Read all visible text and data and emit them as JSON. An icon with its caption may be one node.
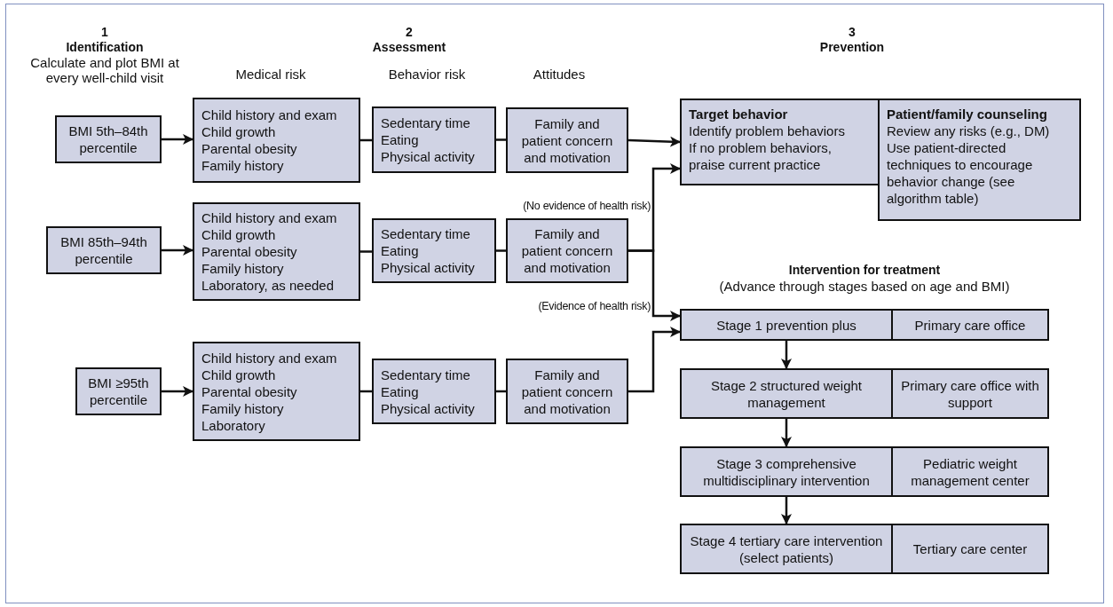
{
  "diagram": {
    "nodes": [
      {
        "text": [
          "BMI 5th–84th percentile"
        ]
      },
      {
        "text": [
          "Child history and exam",
          "Child growth",
          "Parental obesity",
          "Family history"
        ]
      },
      {
        "text": [
          "Sedentary time",
          "Eating",
          "Physical activity"
        ]
      },
      {
        "text": [
          "Family and patient concern and motivation"
        ]
      },
      {
        "text": [
          "Target behavior",
          "Identify problem behaviors",
          "If no problem behaviors, praise current practice"
        ]
      },
      {
        "text": [
          "Patient/family counseling",
          "Review any risks (e.g., DM)",
          "Use patient-directed techniques to encourage behavior change (see algorithm table)"
        ]
      },
      {
        "text": [
          "BMI 85th–94th percentile"
        ]
      },
      {
        "text": [
          "Child history and exam",
          "Child growth",
          "Parental obesity",
          "Family history",
          "Laboratory, as needed"
        ]
      },
      {
        "text": [
          "Sedentary time",
          "Eating",
          "Physical activity"
        ]
      },
      {
        "text": [
          "Family and patient concern and motivation"
        ]
      },
      {
        "text": [
          "BMI ≥95th percentile"
        ]
      },
      {
        "text": [
          "Child history and exam",
          "Child growth",
          "Parental obesity",
          "Family history",
          "Laboratory"
        ]
      },
      {
        "text": [
          "Sedentary time",
          "Eating",
          "Physical activity"
        ]
      },
      {
        "text": [
          "Family and patient concern and motivation"
        ]
      },
      {
        "text": [
          "Stage 1 prevention plus"
        ]
      },
      {
        "text": [
          "Primary care office"
        ]
      },
      {
        "text": [
          "Stage 2 structured weight management"
        ]
      },
      {
        "text": [
          "Primary care office with support"
        ]
      },
      {
        "text": [
          "Stage 3 comprehensive multidisciplinary intervention"
        ]
      },
      {
        "text": [
          "Pediatric weight management center"
        ]
      },
      {
        "text": [
          "Stage 4 tertiary care intervention (select patients)"
        ]
      },
      {
        "text": [
          "Tertiary care center"
        ]
      }
    ],
    "edges": [
      {
        "from": 0,
        "to": 1,
        "arrow": "to"
      },
      {
        "from": 1,
        "to": 2,
        "arrow": "none"
      },
      {
        "from": 2,
        "to": 3,
        "arrow": "none"
      },
      {
        "from": 3,
        "to": 4,
        "arrow": "to"
      },
      {
        "from": 6,
        "to": 7,
        "arrow": "to"
      },
      {
        "from": 7,
        "to": 8,
        "arrow": "none"
      },
      {
        "from": 8,
        "to": 9,
        "arrow": "none"
      },
      {
        "from": 9,
        "to": 4,
        "arrow": "to",
        "label": "(No evidence of health risk)"
      },
      {
        "from": 9,
        "to": 14,
        "arrow": "to",
        "label": "(Evidence of health risk)"
      },
      {
        "from": 10,
        "to": 11,
        "arrow": "to"
      },
      {
        "from": 11,
        "to": 12,
        "arrow": "none"
      },
      {
        "from": 12,
        "to": 13,
        "arrow": "none"
      },
      {
        "from": 13,
        "to": 14,
        "arrow": "to"
      },
      {
        "from": 14,
        "to": 16,
        "arrow": "to"
      },
      {
        "from": 16,
        "to": 18,
        "arrow": "to"
      },
      {
        "from": 18,
        "to": 20,
        "arrow": "to"
      }
    ],
    "labels": [
      "1",
      "Identification",
      "Calculate and plot BMI at every well-child visit",
      "2",
      "Assessment",
      "Medical risk",
      "Behavior risk",
      "Attitudes",
      "3",
      "Prevention",
      "Intervention for treatment",
      "(Advance through stages based on age and BMI)"
    ]
  }
}
